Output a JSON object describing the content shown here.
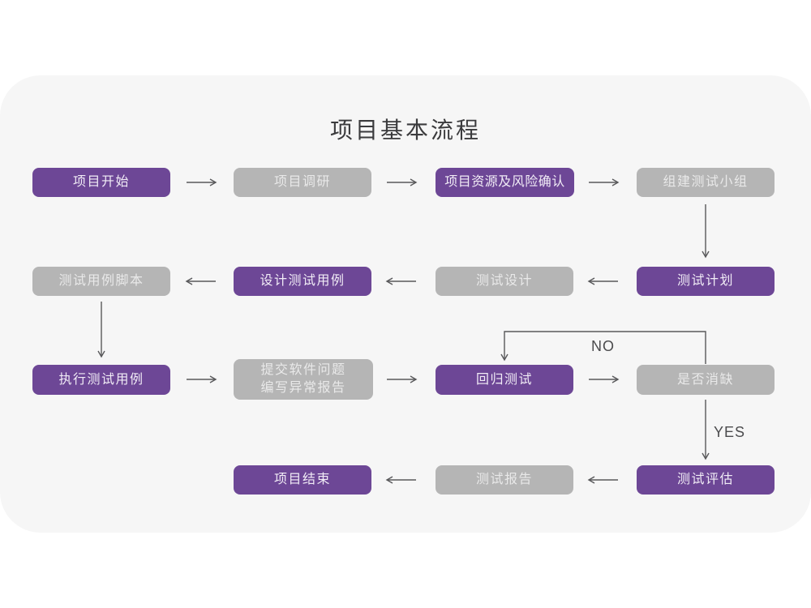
{
  "title": "项目基本流程",
  "colors": {
    "accent_purple": "#6D4796",
    "node_gray": "#B5B5B5",
    "card_bg": "#F6F6F6",
    "arrow": "#58585A"
  },
  "nodes": {
    "project_start": "项目开始",
    "project_research": "项目调研",
    "risk_confirm": "项目资源及风险确认",
    "build_test_team": "组建测试小组",
    "test_case_script": "测试用例脚本",
    "design_test_case": "设计测试用例",
    "test_design": "测试设计",
    "test_plan": "测试计划",
    "execute_test_case": "执行测试用例",
    "submit_issue_line1": "提交软件问题",
    "submit_issue_line2": "编写异常报告",
    "regression_test": "回归测试",
    "defect_resolved": "是否消缺",
    "project_end": "项目结束",
    "test_report": "测试报告",
    "test_evaluate": "测试评估"
  },
  "edge_labels": {
    "no": "NO",
    "yes": "YES"
  }
}
